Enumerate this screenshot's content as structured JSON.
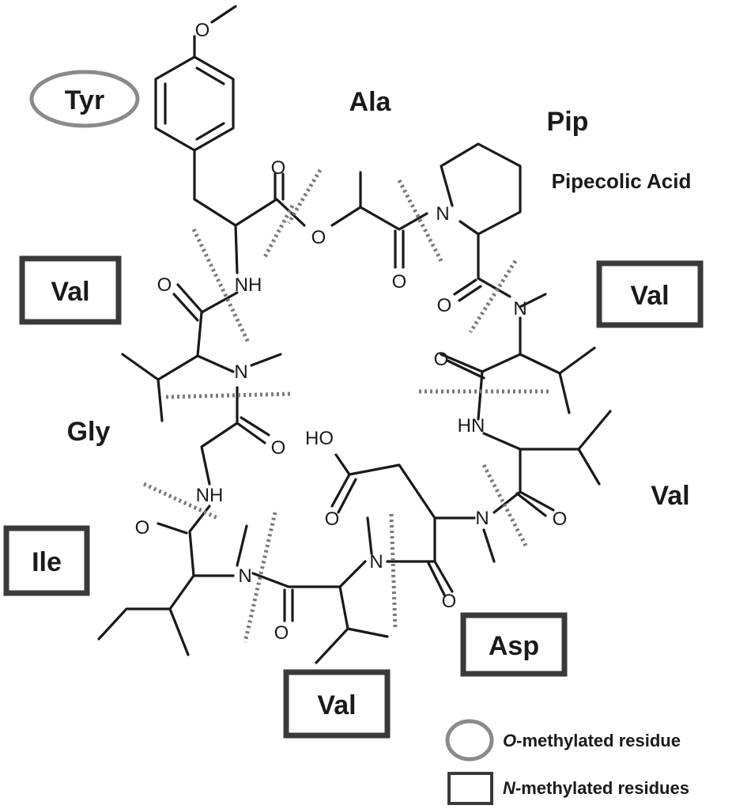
{
  "residues": {
    "tyr": "Tyr",
    "ala": "Ala",
    "pip": "Pip",
    "pip_full": "Pipecolic Acid",
    "val_top_left": "Val",
    "val_top_right": "Val",
    "gly": "Gly",
    "val_right": "Val",
    "ile": "Ile",
    "asp": "Asp",
    "val_bottom": "Val"
  },
  "atoms": {
    "o_methoxy": "O",
    "o_ester": "O",
    "o_carbonyl_tyr": "O",
    "o_carbonyl_ala": "O",
    "o_carbonyl_pip": "O",
    "o_carbonyl_val1": "O",
    "o_carbonyl_valtr": "O",
    "o_carbonyl_gly": "O",
    "o_carbonyl_valr": "O",
    "o_carbonyl_ile": "O",
    "o_carbonyl_valb": "O",
    "o_carbonyl_asp": "O",
    "o_acid": "O",
    "ho_acid": "HO",
    "n_pip": "N",
    "nh_tyr": "NH",
    "n_val1": "N",
    "n_valtr": "N",
    "hn_valr": "HN",
    "nh_gly": "NH",
    "n_asp": "N",
    "n_ile": "N",
    "n_valb": "N"
  },
  "legend": {
    "o_methylated": {
      "prefix": "O",
      "text": "-methylated residue"
    },
    "n_methylated": {
      "prefix": "N",
      "text": "-methylated residues"
    }
  },
  "colors": {
    "ink": "#1a1a1a",
    "box_n_methylated": "#3a3a3a",
    "ring_o_methylated": "#8a8a8a",
    "cleavage_marks": "#7a7a7a"
  }
}
